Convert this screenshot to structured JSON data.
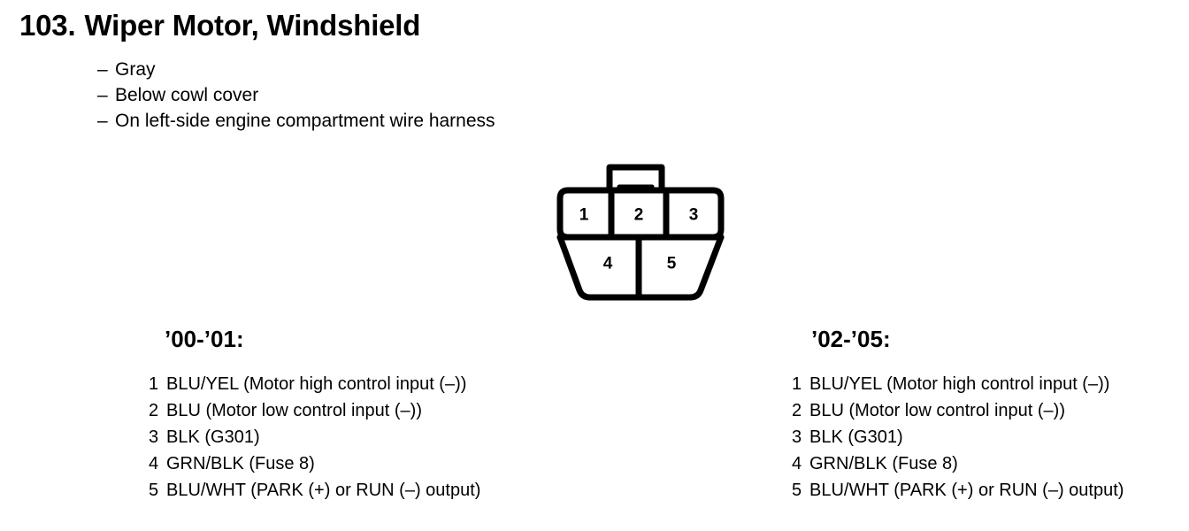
{
  "heading": {
    "number": "103.",
    "title": "Wiper Motor, Windshield"
  },
  "bullets": [
    {
      "dash": "–",
      "text": "Gray"
    },
    {
      "dash": "–",
      "text": "Below cowl cover"
    },
    {
      "dash": "–",
      "text": "On left-side engine compartment wire harness"
    }
  ],
  "connector": {
    "cavities": [
      {
        "label": "1"
      },
      {
        "label": "2"
      },
      {
        "label": "3"
      },
      {
        "label": "4"
      },
      {
        "label": "5"
      }
    ],
    "stroke_color": "#000000",
    "fill_color": "#ffffff"
  },
  "columns": [
    {
      "heading": "’00-’01:",
      "pins": [
        {
          "index": "1",
          "desc": "BLU/YEL (Motor high control input (–))"
        },
        {
          "index": "2",
          "desc": "BLU (Motor low control input (–))"
        },
        {
          "index": "3",
          "desc": "BLK (G301)"
        },
        {
          "index": "4",
          "desc": "GRN/BLK (Fuse 8)"
        },
        {
          "index": "5",
          "desc": "BLU/WHT (PARK (+) or RUN (–) output)"
        }
      ]
    },
    {
      "heading": "’02-’05:",
      "pins": [
        {
          "index": "1",
          "desc": "BLU/YEL (Motor high control input (–))"
        },
        {
          "index": "2",
          "desc": "BLU (Motor low control input (–))"
        },
        {
          "index": "3",
          "desc": "BLK (G301)"
        },
        {
          "index": "4",
          "desc": "GRN/BLK (Fuse 8)"
        },
        {
          "index": "5",
          "desc": "BLU/WHT (PARK (+) or RUN (–) output)"
        }
      ]
    }
  ]
}
